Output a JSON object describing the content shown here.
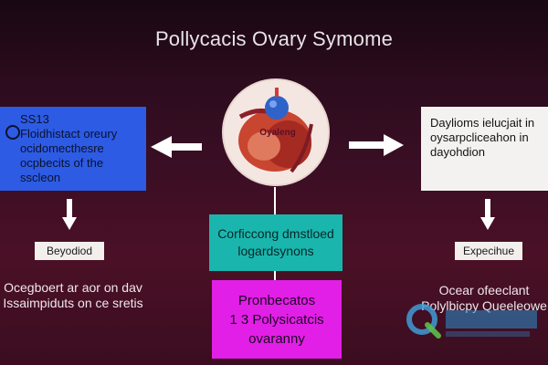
{
  "title": "Pollycacis Ovary Symome",
  "left_box": {
    "lines": [
      "SS13",
      "Floidhistact oreury",
      "ocidomecthesre",
      "ocpbecits of the",
      "sscleon"
    ]
  },
  "right_box": {
    "lines": [
      "Daylioms ielucjait in",
      "oysarpcliceahon in",
      "dayohdion"
    ]
  },
  "center_image": {
    "label": "Oyaleng"
  },
  "teal_box": {
    "lines": [
      "Corficcong dmstloed",
      "logardsynons"
    ]
  },
  "magenta_box": {
    "lines": [
      "Pronbecatos",
      "1 3 Polysicatcis",
      "ovaranny"
    ]
  },
  "left_tag": "Beyodiod",
  "right_tag": "Expecihue",
  "left_note": {
    "lines": [
      "Ocegboert ar aor on dav",
      "Issaimpiduts on ce sretis"
    ]
  },
  "right_note": {
    "lines": [
      "Ocear ofeeclant",
      "Polylbicpy Queeleowe"
    ]
  },
  "colors": {
    "background": "#3a0e24",
    "left_box": "#2d5be3",
    "right_box": "#f3f2f0",
    "teal_box": "#1ab6ad",
    "magenta_box": "#e21fe6",
    "arrows": "#ffffff"
  },
  "icons": [
    "left-arrow-icon",
    "right-arrow-icon",
    "down-arrow-icon",
    "ovary-illustration-icon",
    "watermark-logo-icon"
  ]
}
